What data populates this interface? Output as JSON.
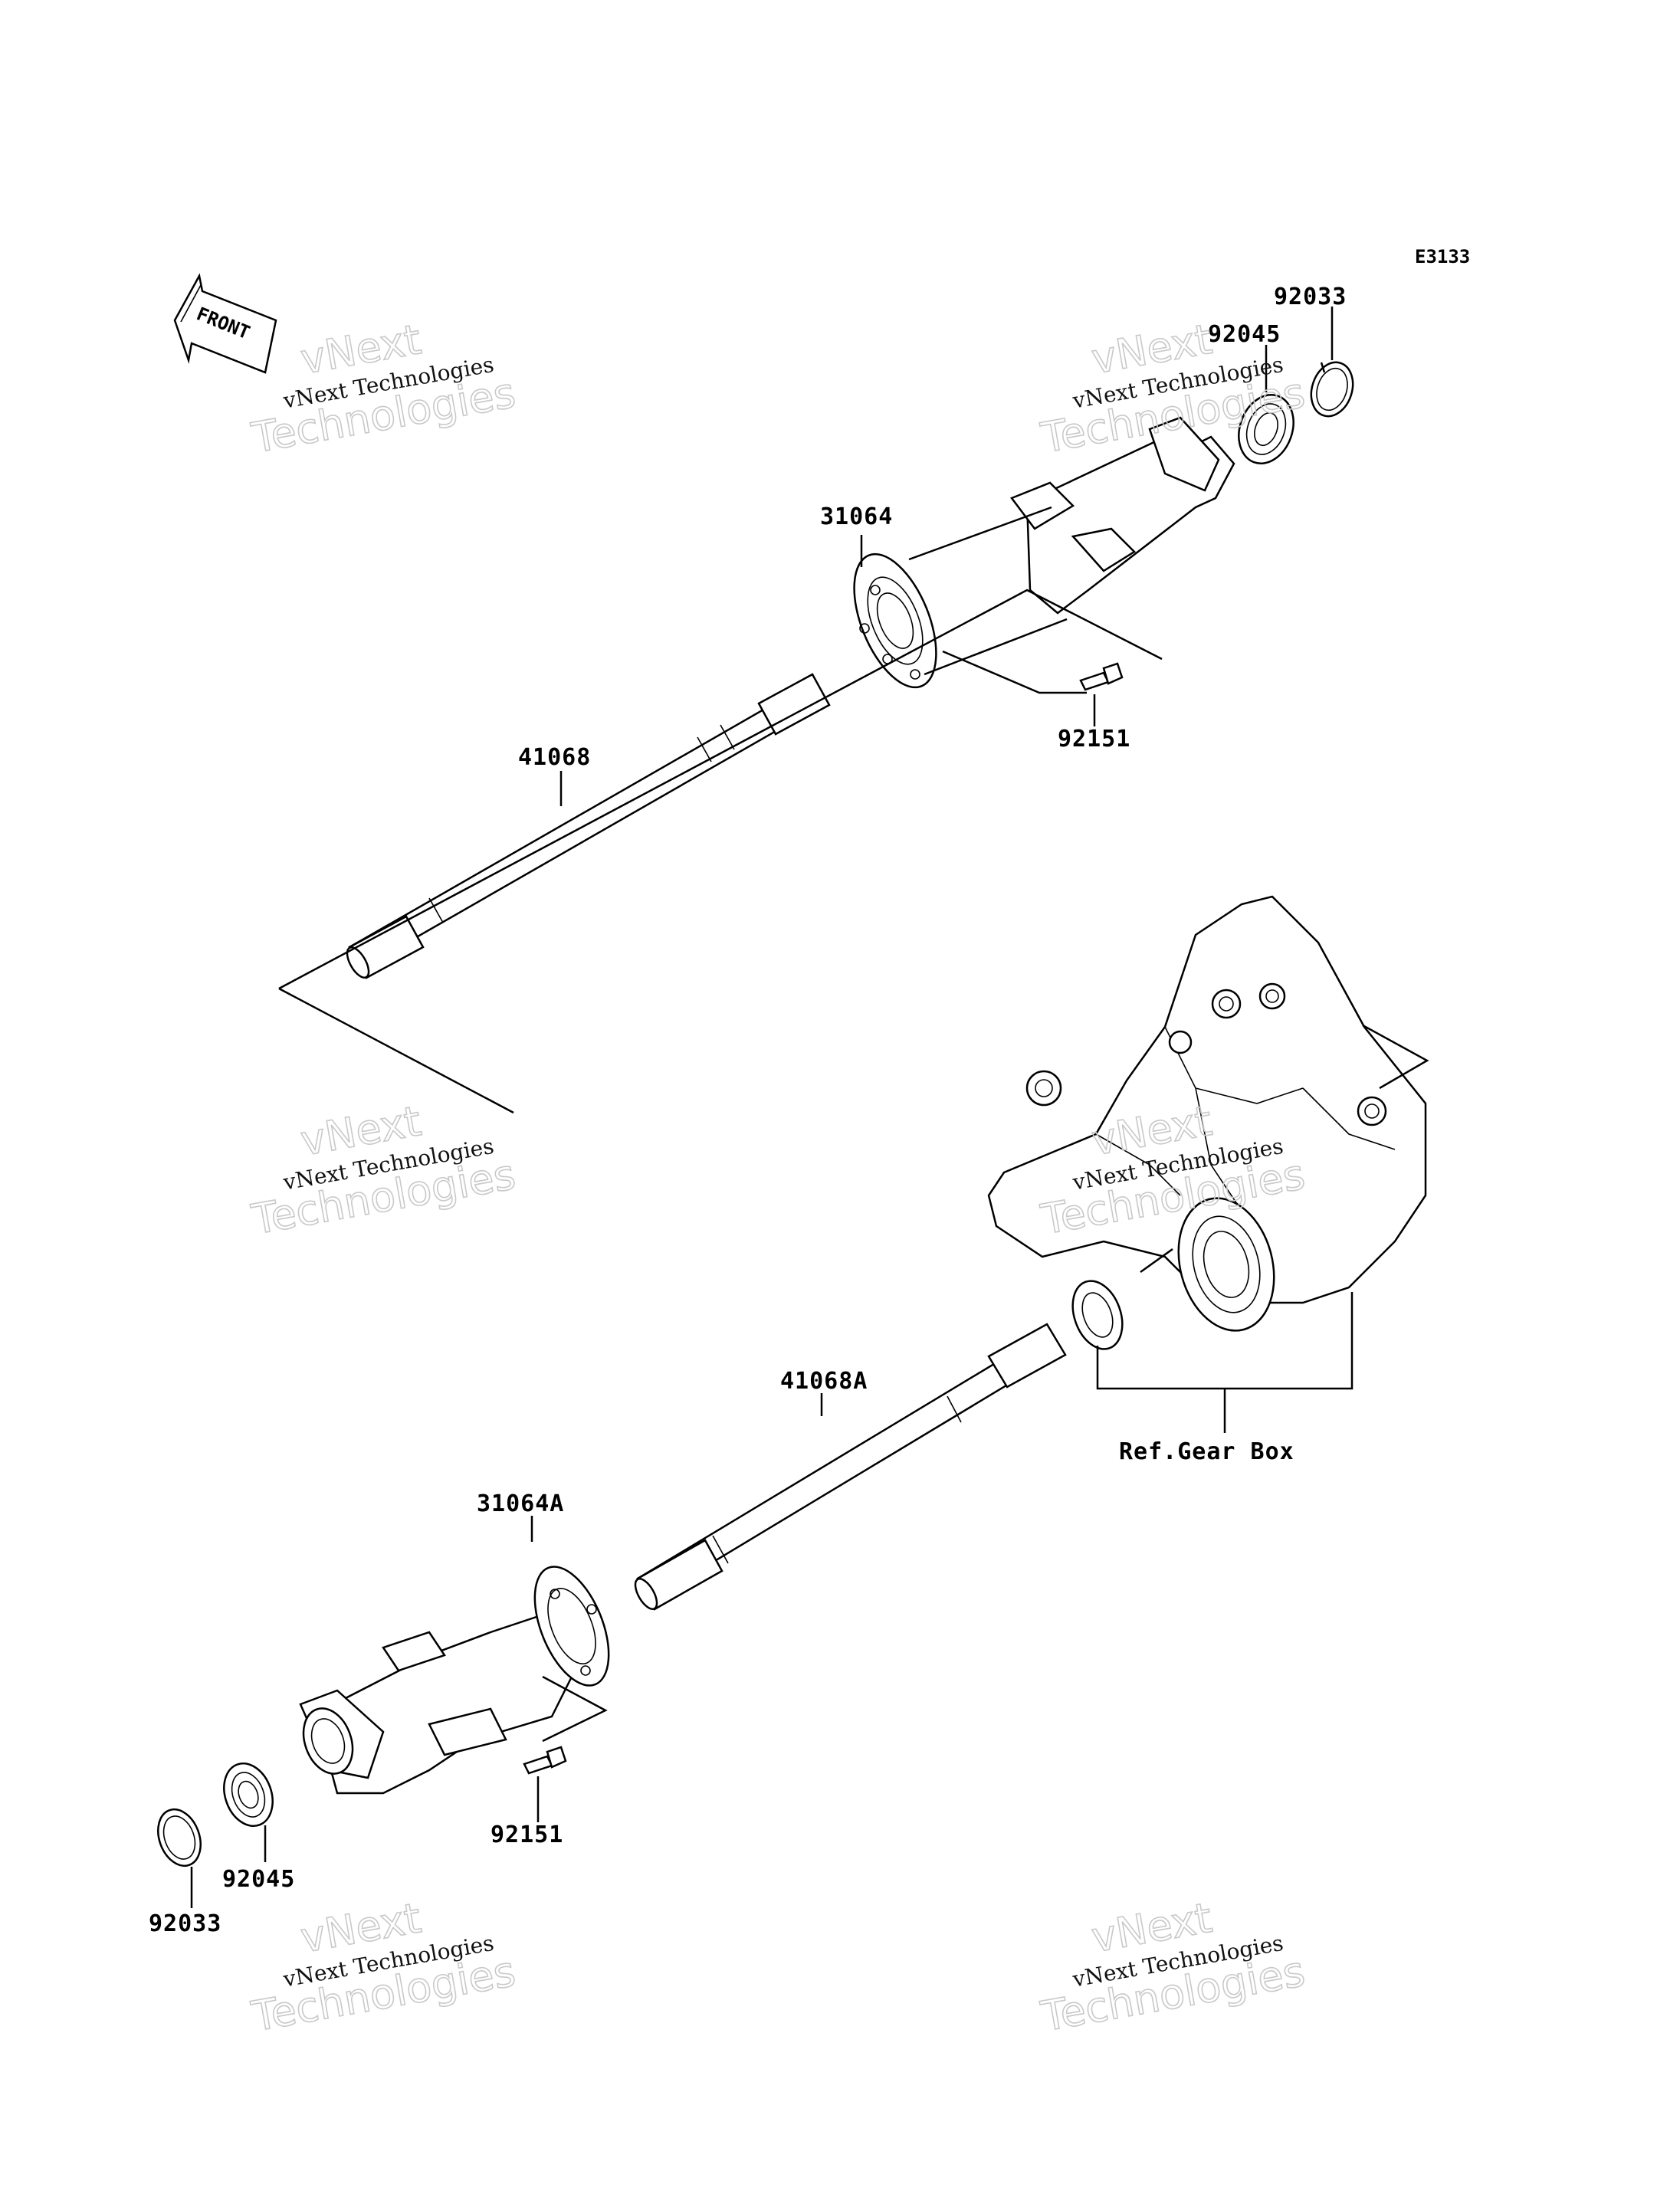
{
  "diagram_code": "E3133",
  "front_label": "FRONT",
  "labels": {
    "p31064": "31064",
    "p41068": "41068",
    "p92151_top": "92151",
    "p92045_top": "92045",
    "p92033_top": "92033",
    "p41068A": "41068A",
    "p31064A": "31064A",
    "p92151_bottom": "92151",
    "p92045_bottom": "92045",
    "p92033_bottom": "92033",
    "ref_gear_box": "Ref.Gear Box"
  },
  "watermark": {
    "line1": "vNext Technologies",
    "outline_top": "vNext",
    "outline_bottom": "Technologies"
  },
  "colors": {
    "ink": "#000000",
    "watermark_outline": "#c9c9c9",
    "background": "#ffffff"
  }
}
